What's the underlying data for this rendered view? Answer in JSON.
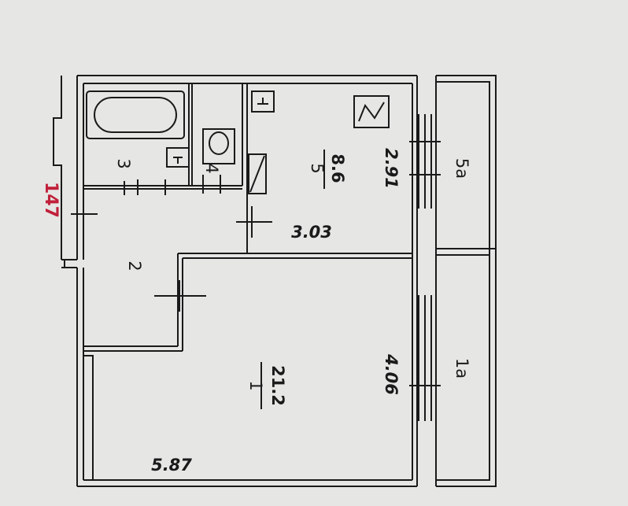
{
  "plan": {
    "annotation_number": "147",
    "rooms": {
      "room_1": {
        "number": "1",
        "area": "21.2"
      },
      "room_2": {
        "number": "2"
      },
      "room_3": {
        "number": "3"
      },
      "room_4": {
        "number": "4"
      },
      "room_5": {
        "number": "5",
        "area": "8.6"
      },
      "balcony_1a": {
        "label": "1a"
      },
      "balcony_5a": {
        "label": "5a"
      }
    },
    "dimensions": {
      "kitchen_height": "2.91",
      "kitchen_width": "3.03",
      "room_height": "4.06",
      "room_width": "5.87"
    }
  },
  "colors": {
    "paper": "#e6e6e4",
    "wall": "#1a1a1a",
    "handwriting": "#c0203a"
  }
}
